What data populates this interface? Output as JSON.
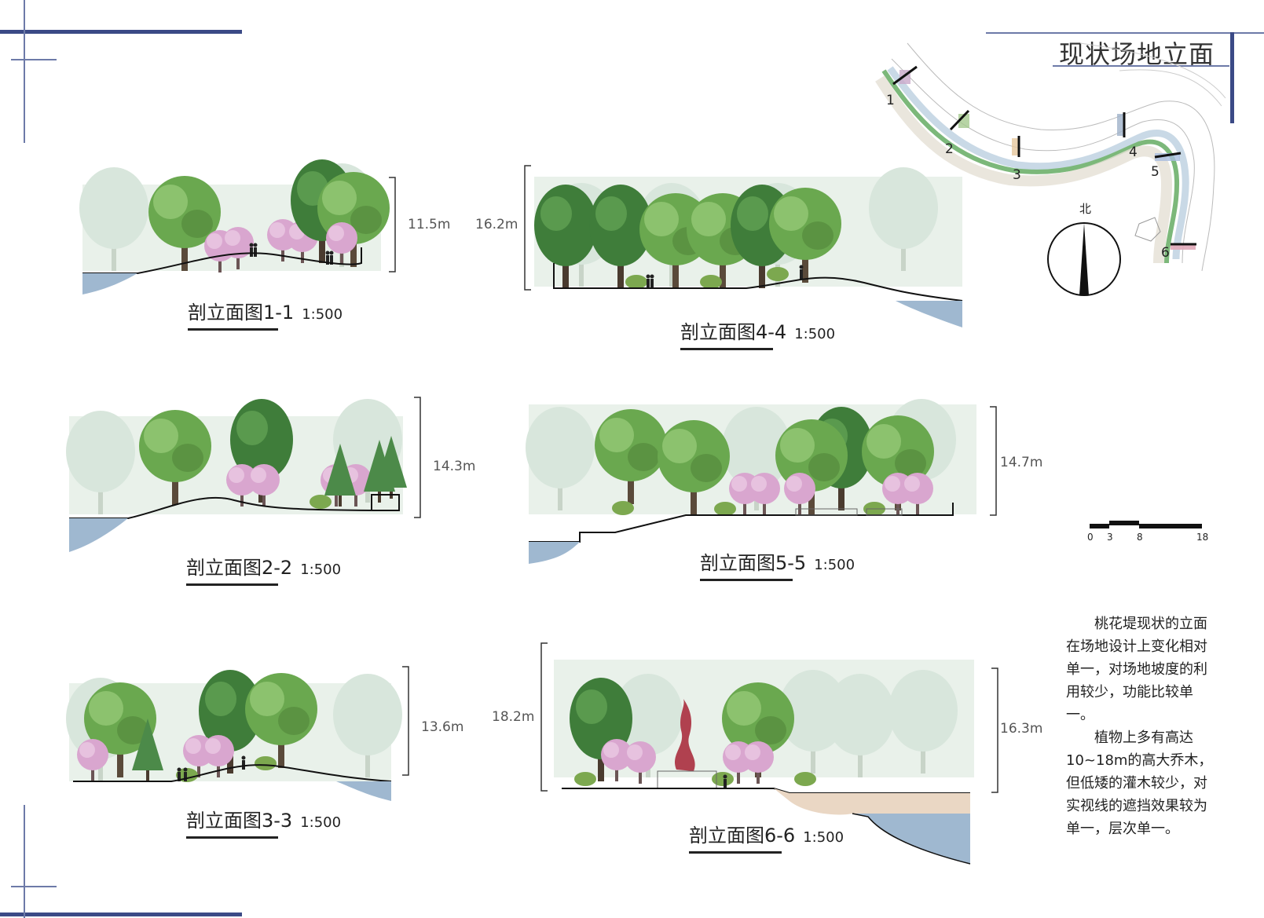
{
  "title": "现状场地立面",
  "north_label": "北",
  "map_markers": [
    "1",
    "2",
    "3",
    "4",
    "5",
    "6"
  ],
  "scale_bar": {
    "ticks": [
      "0",
      "3",
      "8",
      "18"
    ]
  },
  "sections": [
    {
      "id": "1-1",
      "caption": "剖立面图1-1",
      "scale": "1:500",
      "height": "11.5m"
    },
    {
      "id": "4-4",
      "caption": "剖立面图4-4",
      "scale": "1:500",
      "height": "16.2m"
    },
    {
      "id": "2-2",
      "caption": "剖立面图2-2",
      "scale": "1:500",
      "height": "14.3m"
    },
    {
      "id": "5-5",
      "caption": "剖立面图5-5",
      "scale": "1:500",
      "height": "14.7m"
    },
    {
      "id": "3-3",
      "caption": "剖立面图3-3",
      "scale": "1:500",
      "height": "13.6m"
    },
    {
      "id": "6-6",
      "caption": "剖立面图6-6",
      "scale": "1:500",
      "height_left": "18.2m",
      "height_right": "16.3m"
    }
  ],
  "description": {
    "p1": "桃花堤现状的立面在场地设计上变化相对单一，对场地坡度的利用较少，功能比较单一。",
    "p2": "植物上多有高达10~18m的高大乔木，但低矮的灌木较少，对实视线的遮挡效果较为单一，层次单一。"
  },
  "colors": {
    "frame": "#3b4a86",
    "water": "#9fb8d0",
    "tree": "#6aa84f",
    "blossom": "#d9a6cf",
    "route": "#7cb87a"
  }
}
